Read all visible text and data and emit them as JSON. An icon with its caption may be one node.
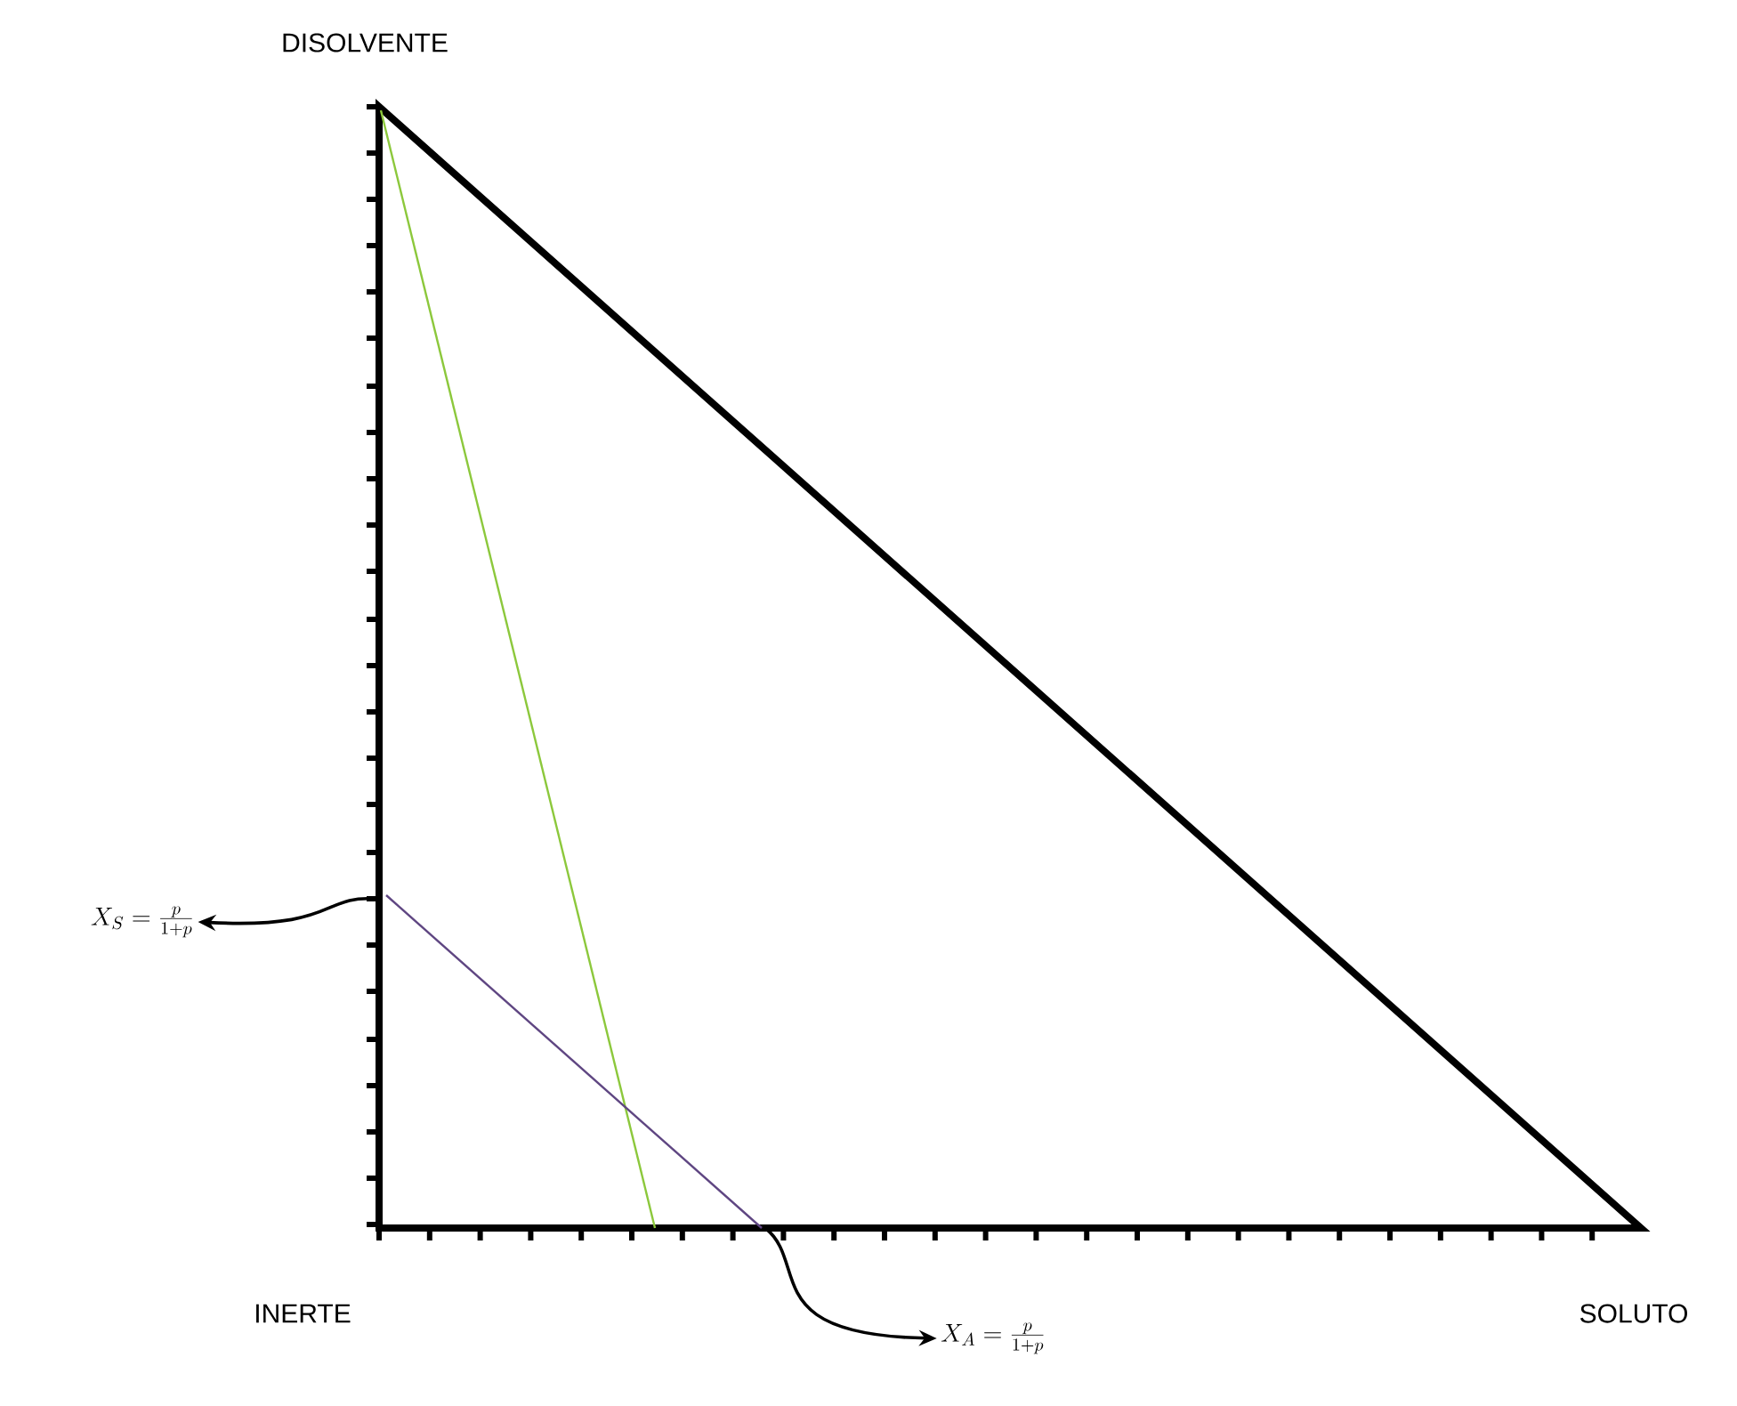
{
  "diagram": {
    "nodes": [
      {
        "text": [
          "X_S = \\frac{p}{1+p}"
        ]
      },
      {
        "text": [
          "X_A = \\frac{p}{1+p}"
        ]
      }
    ],
    "edges": [
      {
        "from": null,
        "to": 0,
        "arrow": "to"
      },
      {
        "from": null,
        "to": 1,
        "arrow": "to"
      }
    ],
    "labels": [
      "DISOLVENTE",
      "INERTE",
      "SOLUTO"
    ]
  }
}
